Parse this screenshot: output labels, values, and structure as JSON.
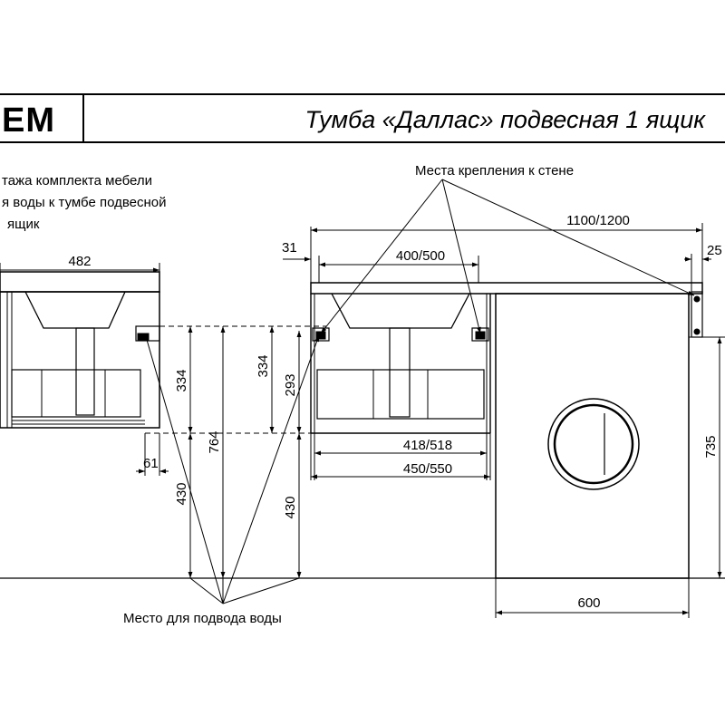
{
  "header": {
    "logo": "EM",
    "title": "Тумба «Даллас» подвесная 1 ящик"
  },
  "notes": {
    "line1": "тажа комплекта мебели",
    "line2": "я воды к тумбе подвесной",
    "line3": "ящик"
  },
  "labels": {
    "wall_mounts": "Места крепления к стене",
    "water_supply": "Место для подвода воды"
  },
  "dimensions": {
    "d482": "482",
    "d61": "61",
    "d334a": "334",
    "d430a": "430",
    "d764": "764",
    "d334b": "334",
    "d293": "293",
    "d430b": "430",
    "d31": "31",
    "d400_500": "400/500",
    "d1100_1200": "1100/1200",
    "d25": "25",
    "d418_518": "418/518",
    "d450_550": "450/550",
    "d600": "600",
    "d735": "735"
  }
}
